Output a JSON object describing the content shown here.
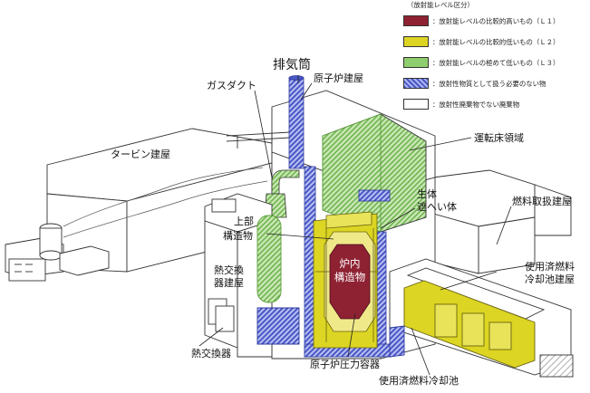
{
  "legend": {
    "title": "（放射能レベル区分）",
    "items": [
      {
        "label": "：放射能レベルの比較的高いもの（Ｌ１）",
        "color": "#8e2233"
      },
      {
        "label": "：放射能レベルの比較的低いもの（Ｌ２）",
        "color": "#dcd523"
      },
      {
        "label": "：放射能レベルの極めて低いもの（Ｌ３）",
        "color": "#8fce6e"
      },
      {
        "label": "：放射性物質として扱う必要のない物",
        "color": "#4a57c4"
      },
      {
        "label": "：放射性廃棄物でない廃棄物",
        "color": "#ffffff"
      }
    ]
  },
  "labels": {
    "exhaust_stack": "排気筒",
    "reactor_building": "原子炉建屋",
    "gas_duct": "ガスダクト",
    "turbine_building": "タービン建屋",
    "operating_floor": "運転床領域",
    "biological_shield_1": "生体",
    "biological_shield_2": "遮へい体",
    "fuel_handling_building": "燃料取扱建屋",
    "upper_structure_1": "上部",
    "upper_structure_2": "構造物",
    "core_structure_1": "炉内",
    "core_structure_2": "構造物",
    "heat_exchanger_building_1": "熱交換",
    "heat_exchanger_building_2": "器建屋",
    "spent_fuel_pool_building_1": "使用済燃料",
    "spent_fuel_pool_building_2": "冷却池建屋",
    "heat_exchanger": "熱交換器",
    "reactor_pressure_vessel": "原子炉圧力容器",
    "spent_fuel_pool": "使用済燃料冷却池"
  },
  "colors": {
    "l1": "#8e2233",
    "l2": "#dcd523",
    "l3": "#8fce6e",
    "non_radioactive_hatch": "#4a57c4",
    "outline": "#333333"
  }
}
